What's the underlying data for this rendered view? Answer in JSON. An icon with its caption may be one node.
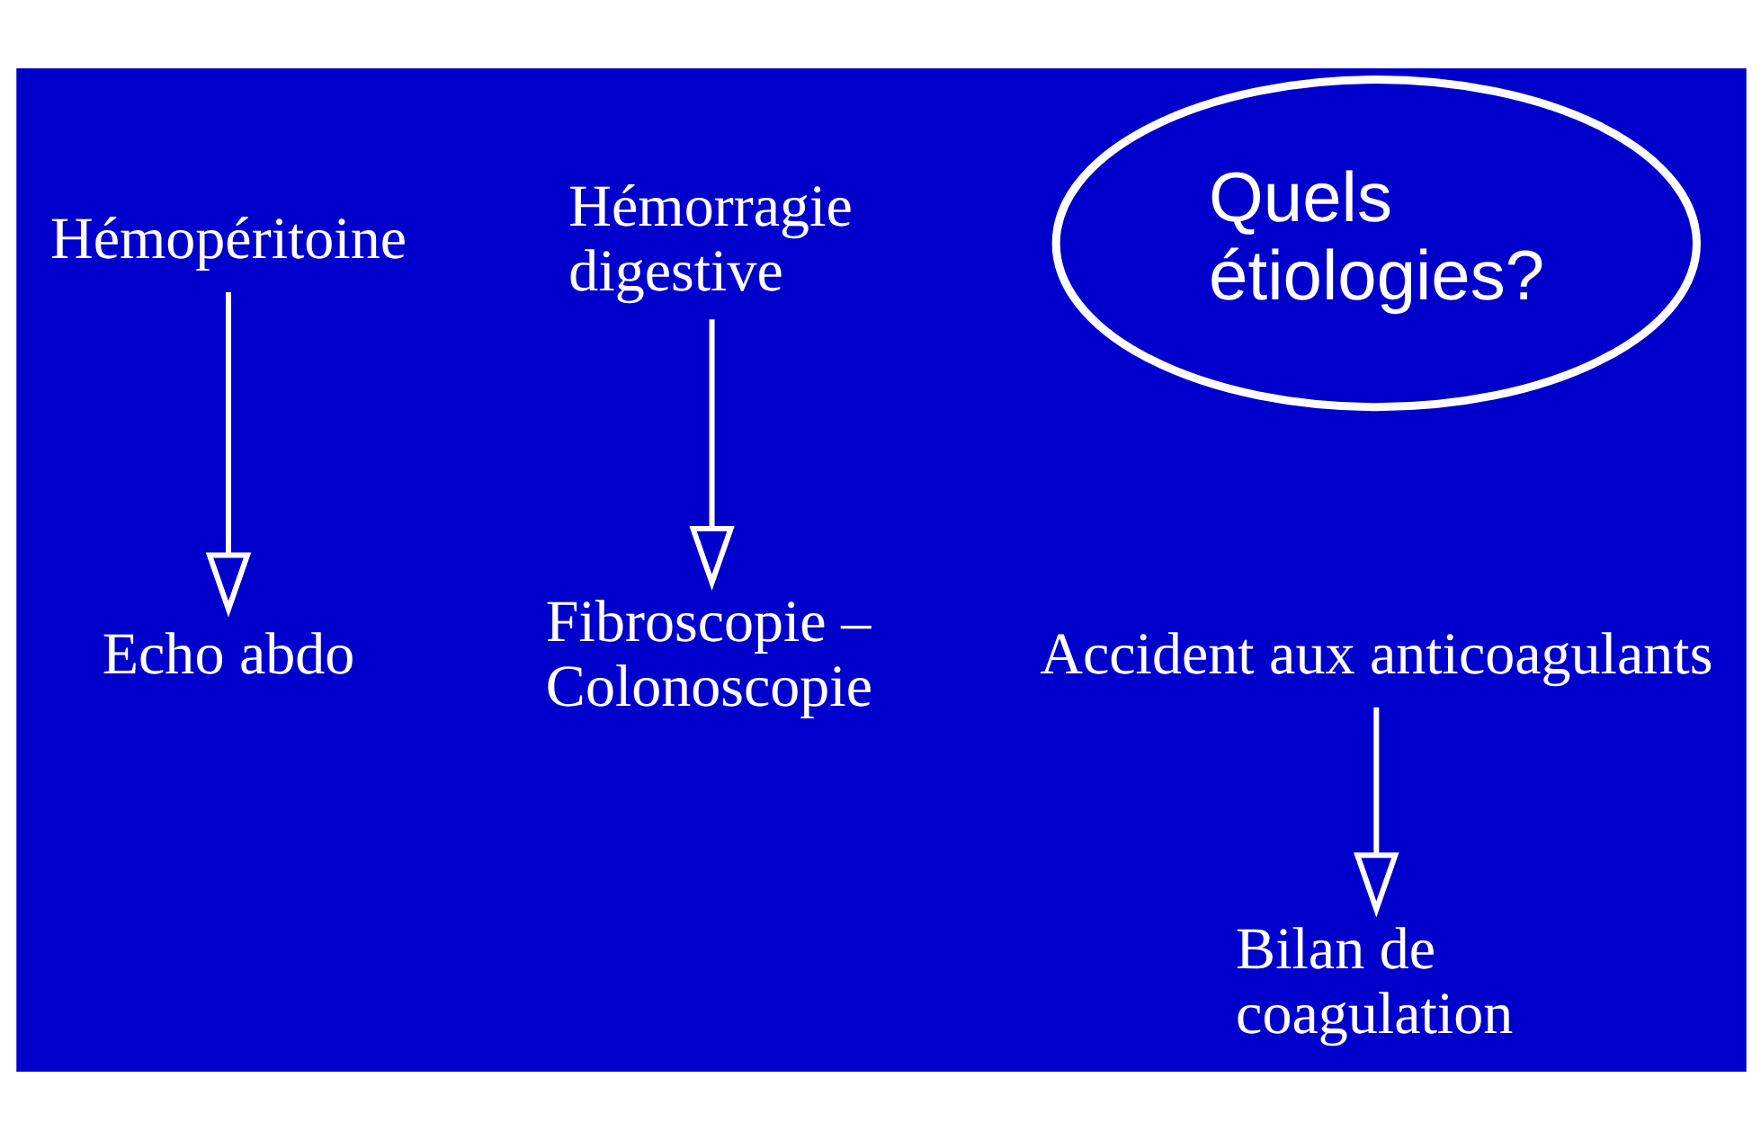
{
  "diagram": {
    "nodes": [
      {
        "text": [
          "Hémopéritoine"
        ]
      },
      {
        "text": [
          "Hémorragie digestive"
        ]
      },
      {
        "text": [
          "Quels étiologies?"
        ]
      },
      {
        "text": [
          "Accident aux anticoagulants"
        ]
      },
      {
        "text": [
          "Fibroscopie – Colonoscopie"
        ]
      },
      {
        "text": [
          "Echo abdo"
        ]
      },
      {
        "text": [
          "Bilan de coagulation"
        ]
      }
    ],
    "edges": [
      {
        "from": 1,
        "to": 4,
        "arrow": "to"
      },
      {
        "from": 0,
        "to": 5,
        "arrow": "to"
      },
      {
        "from": 3,
        "to": 6,
        "arrow": "to"
      }
    ]
  }
}
